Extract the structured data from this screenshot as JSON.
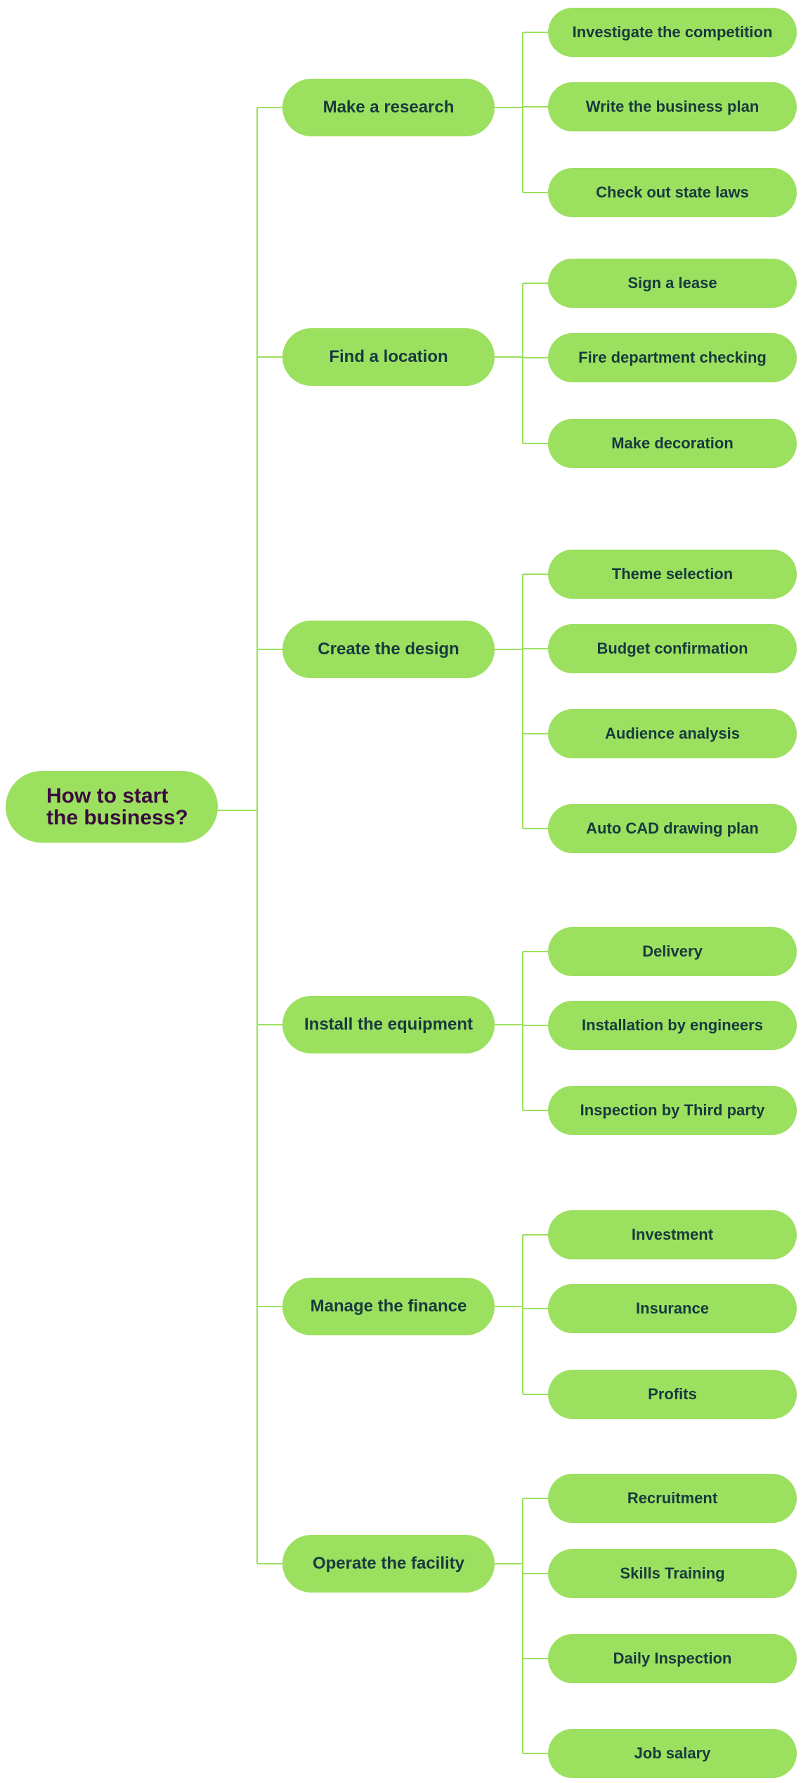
{
  "colors": {
    "node_fill": "#9ce05f",
    "connector": "#9ce05f",
    "root_text": "#3a0a40",
    "node_text": "#173a3e",
    "background": "#ffffff"
  },
  "root": {
    "label": "How to start\nthe business?"
  },
  "branches": [
    {
      "label": "Make a research",
      "children": [
        "Investigate the competition",
        "Write the business plan",
        "Check out state laws"
      ]
    },
    {
      "label": "Find a location",
      "children": [
        "Sign a lease",
        "Fire department checking",
        "Make decoration"
      ]
    },
    {
      "label": "Create the design",
      "children": [
        "Theme selection",
        "Budget confirmation",
        "Audience analysis",
        "Auto CAD drawing plan"
      ]
    },
    {
      "label": "Install the equipment",
      "children": [
        "Delivery",
        "Installation by engineers",
        "Inspection by Third party"
      ]
    },
    {
      "label": "Manage the finance",
      "children": [
        "Investment",
        "Insurance",
        "Profits"
      ]
    },
    {
      "label": "Operate the facility",
      "children": [
        "Recruitment",
        "Skills Training",
        "Daily Inspection",
        "Job salary"
      ]
    }
  ]
}
